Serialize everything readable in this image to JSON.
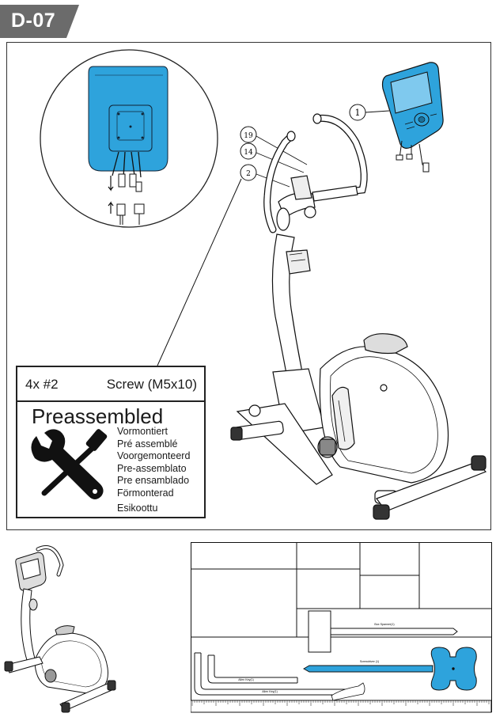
{
  "step": {
    "label": "D-07"
  },
  "colors": {
    "accent_blue": "#2ea3dc",
    "tab_grey": "#6b6b6b",
    "line": "#1a1a1a"
  },
  "callouts": {
    "console": "1",
    "handlebar_screw": "19",
    "washer": "14",
    "screw": "2"
  },
  "parts_box": {
    "quantity": "4x #2",
    "part_name": "Screw (M5x10)",
    "preassembled_title": "Preassembled",
    "translations": [
      "Vormontiert",
      "Pré assemblé",
      "Voorgemonteerd",
      "Pre-assemblato",
      "Pre ensamblado",
      "Förmonterad",
      "Esikoottu"
    ],
    "icon": "wrench-screwdriver-icon"
  },
  "tools": {
    "labels": [
      "Box Spanner(1)",
      "Screwdriver (1)",
      "Allen Key(1)",
      "Allen Key(1)"
    ]
  },
  "icons": [
    "zoom-circle-icon",
    "console-icon",
    "exercise-bike-icon",
    "ruler-icon",
    "hand-wrench-icon"
  ]
}
